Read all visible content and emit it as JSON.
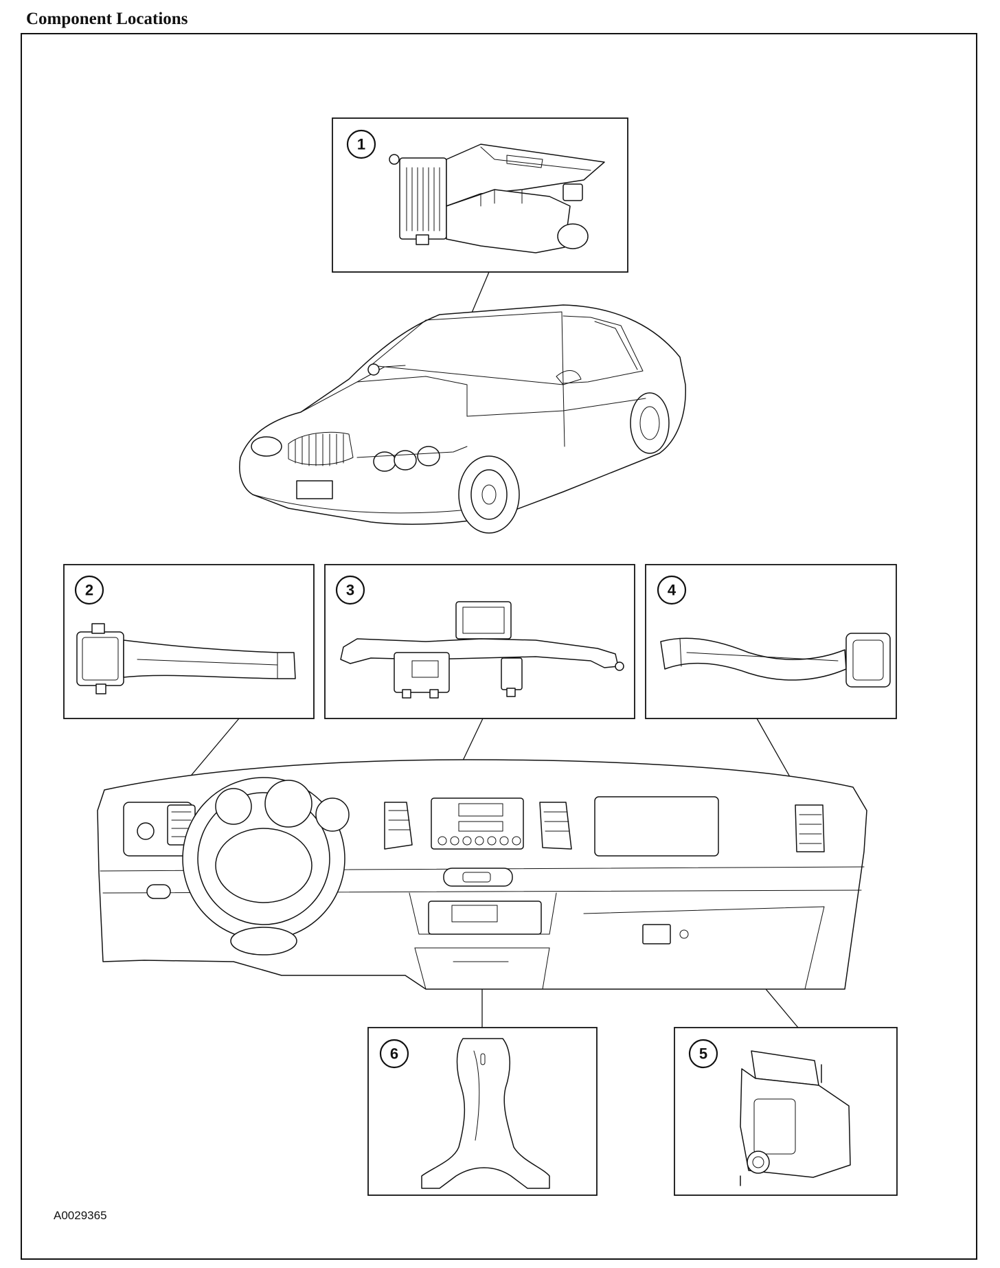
{
  "title": "Component Locations",
  "figure_id": "A0029365",
  "callouts": [
    "1",
    "2",
    "3",
    "4",
    "5",
    "6"
  ]
}
